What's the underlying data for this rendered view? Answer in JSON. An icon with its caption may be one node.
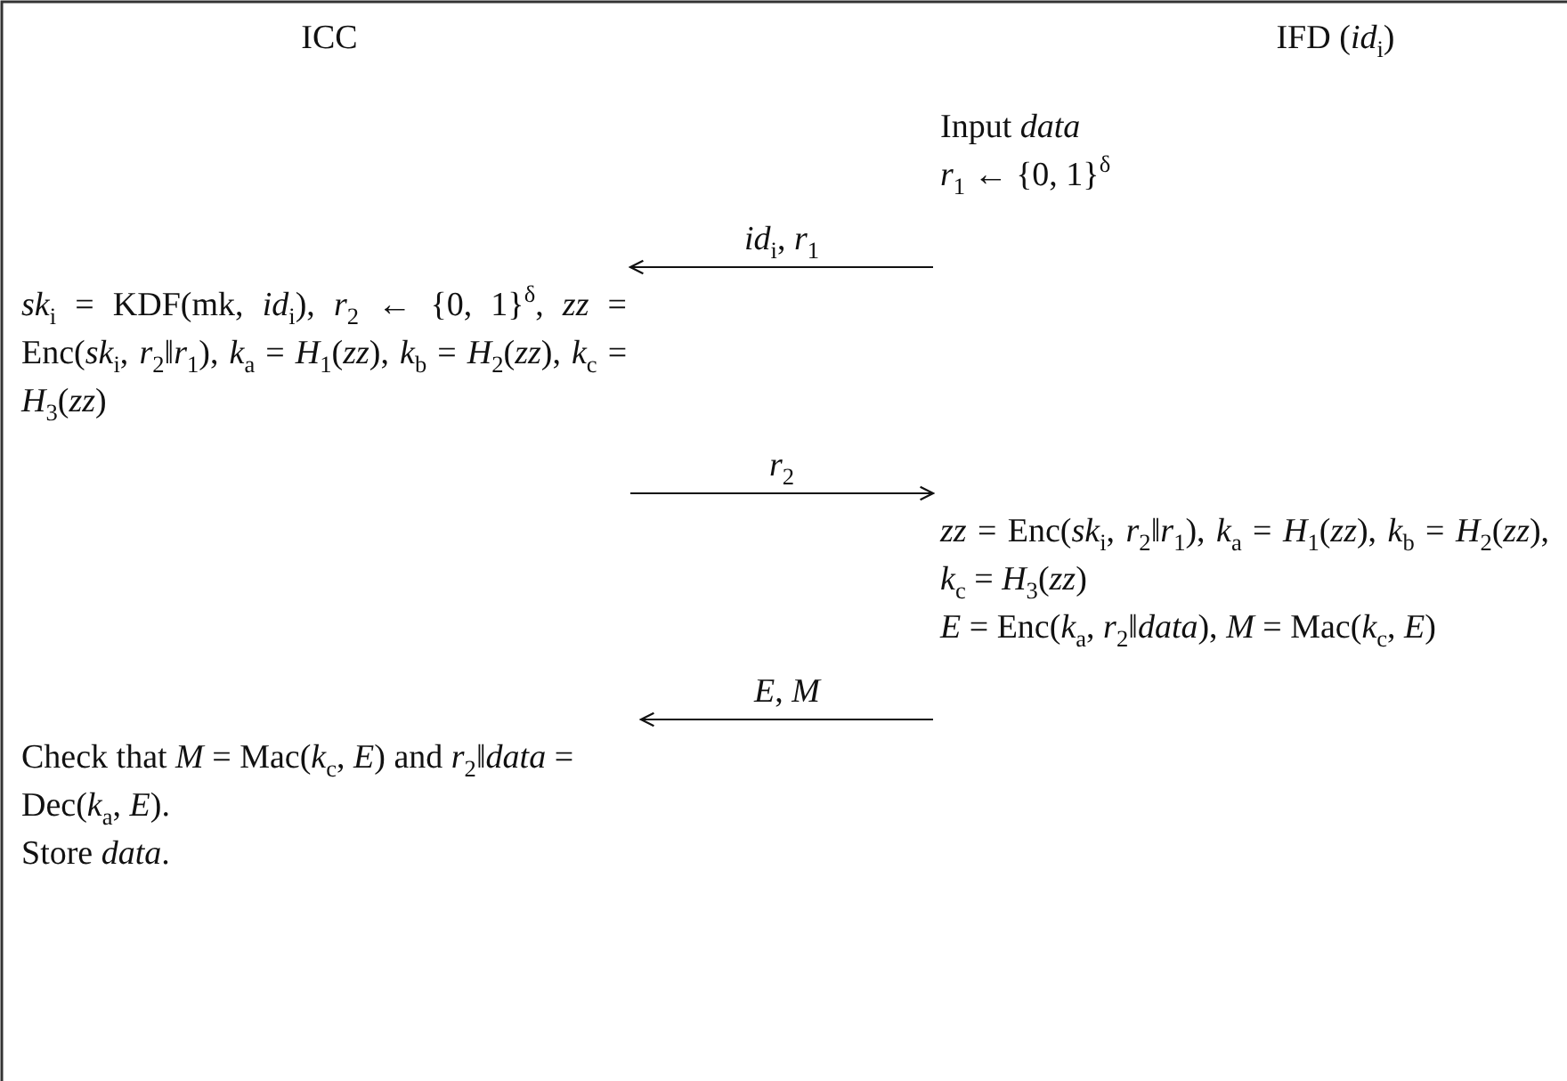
{
  "diagram": {
    "nodes": [
      {
        "text": [
          "ICC"
        ]
      },
      {
        "text": [
          "IFD (*id*$_{i}$)"
        ]
      },
      {
        "text": [
          "Input *data*",
          "*r*$_{1}$ ← {0, 1}$^{δ}$"
        ]
      },
      {
        "text": [
          "*sk*$_{i}$ = KDF(mk, *id*$_{i}$), *r*$_{2}$ ← {0, 1}$^{δ}$, *zz* = Enc(*sk*$_{i}$, *r*$_{2}$‖*r*$_{1}$), *k*$_{a}$ = *H*$_{1}$(*zz*), *k*$_{b}$ = *H*$_{2}$(*zz*), *k*$_{c}$ = *H*$_{3}$(*zz*)"
        ]
      },
      {
        "text": [
          "*zz* = Enc(*sk*$_{i}$, *r*$_{2}$‖*r*$_{1}$), *k*$_{a}$ = *H*$_{1}$(*zz*), *k*$_{b}$ = *H*$_{2}$(*zz*), *k*$_{c}$ = *H*$_{3}$(*zz*)",
          "*E* = Enc(*k*$_{a}$, *r*$_{2}$‖*data*), *M* = Mac(*k*$_{c}$, *E*)"
        ]
      },
      {
        "text": [
          "Check that *M* = Mac(*k*$_{c}$, *E*) and *r*$_{2}$‖*data* = Dec(*k*$_{a}$, *E*).",
          "Store *data*."
        ]
      }
    ],
    "edges": [
      {
        "from": 2,
        "to": 3,
        "arrow": "to",
        "label": "*id*$_{i}$, *r*$_{1}$"
      },
      {
        "from": 3,
        "to": 4,
        "arrow": "to",
        "label": "*r*$_{2}$"
      },
      {
        "from": 4,
        "to": 5,
        "arrow": "to",
        "label": "*E*, *M*"
      }
    ]
  }
}
